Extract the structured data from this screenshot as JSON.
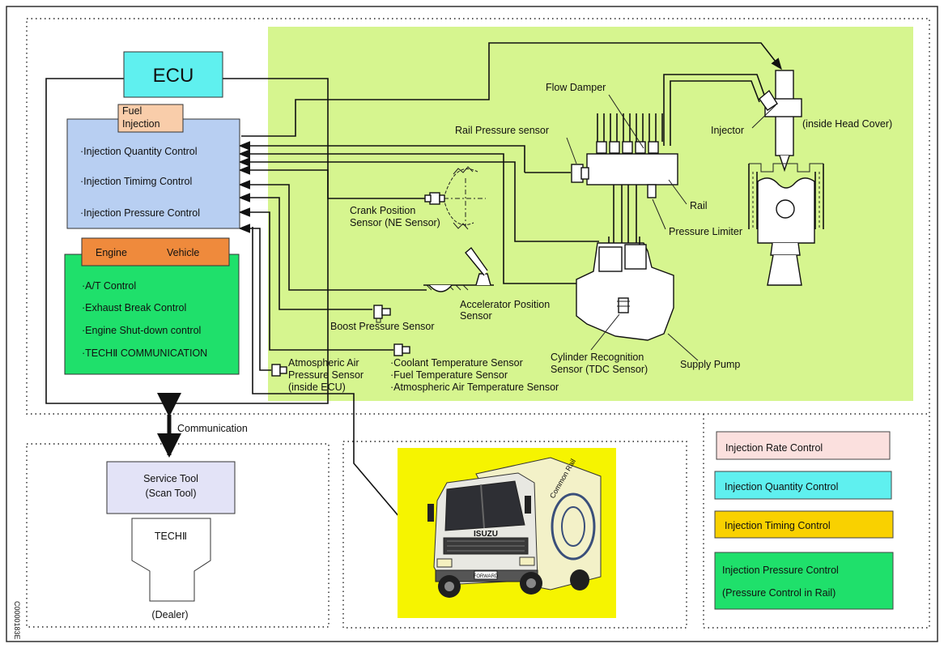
{
  "colors": {
    "ecu_fill": "#5ff0ef",
    "fuel_injection_fill": "#f9cdaa",
    "injection_panel_fill": "#b8cff2",
    "engine_vehicle_fill": "#ef8a3c",
    "vehicle_panel_fill": "#1fe06b",
    "mechanical_area_fill": "#d6f58f",
    "truck_background": "#f6f400",
    "service_tool_fill": "#e3e3f7",
    "legend_rate": "#fbe0de",
    "legend_quantity": "#5ff0ef",
    "legend_timing": "#f9d100",
    "legend_pressure": "#1fe06b"
  },
  "ecu": {
    "title": "ECU"
  },
  "fuel_injection": {
    "label_line1": "Fuel",
    "label_line2": "Injection",
    "items": [
      "·Injection Quantity Control",
      "·Injection Timimg Control",
      "·Injection Pressure Control"
    ]
  },
  "engine_vehicle": {
    "header_left": "Engine",
    "header_right": "Vehicle",
    "items": [
      "·A/T Control",
      "·Exhaust Break Control",
      "·Engine Shut-down control",
      "·TECHⅡ COMMUNICATION"
    ]
  },
  "communication_label": "Communication",
  "service_tool": {
    "line1": "Service Tool",
    "line2": "(Scan Tool)",
    "tech2": "TECHⅡ",
    "dealer": "(Dealer)"
  },
  "components": {
    "flow_damper": "Flow Damper",
    "rail_pressure_sensor": "Rail Pressure sensor",
    "injector": "Injector",
    "inside_head_cover": "(inside Head Cover)",
    "rail": "Rail",
    "pressure_limiter": "Pressure Limiter",
    "crank_line1": "Crank Position",
    "crank_line2": "Sensor (NE Sensor)",
    "accel_line1": "Accelerator Position",
    "accel_line2": "Sensor",
    "boost": "Boost Pressure Sensor",
    "cyl_line1": "Cylinder Recognition",
    "cyl_line2": "Sensor (TDC Sensor)",
    "supply_pump": "Supply Pump",
    "atm_line1": "Atmospheric Air",
    "atm_line2": "Pressure Sensor",
    "atm_line3": "(inside ECU)",
    "temp_coolant": "·Coolant Temperature Sensor",
    "temp_fuel": "·Fuel Temperature Sensor",
    "temp_air": "·Atmospheric Air Temperature Sensor"
  },
  "truck": {
    "brand": "ISUZU",
    "plate": "FORWARD",
    "side_text": "Common Rail"
  },
  "legend": [
    {
      "label": "Injection Rate Control",
      "color": "#fbe0de"
    },
    {
      "label": "Injection Quantity Control",
      "color": "#5ff0ef"
    },
    {
      "label": "Injection Timing Control",
      "color": "#f9d100"
    },
    {
      "label": "Injection Pressure Control",
      "label2": "(Pressure Control in Rail)",
      "color": "#1fe06b"
    }
  ],
  "side_code": "C0000183E"
}
